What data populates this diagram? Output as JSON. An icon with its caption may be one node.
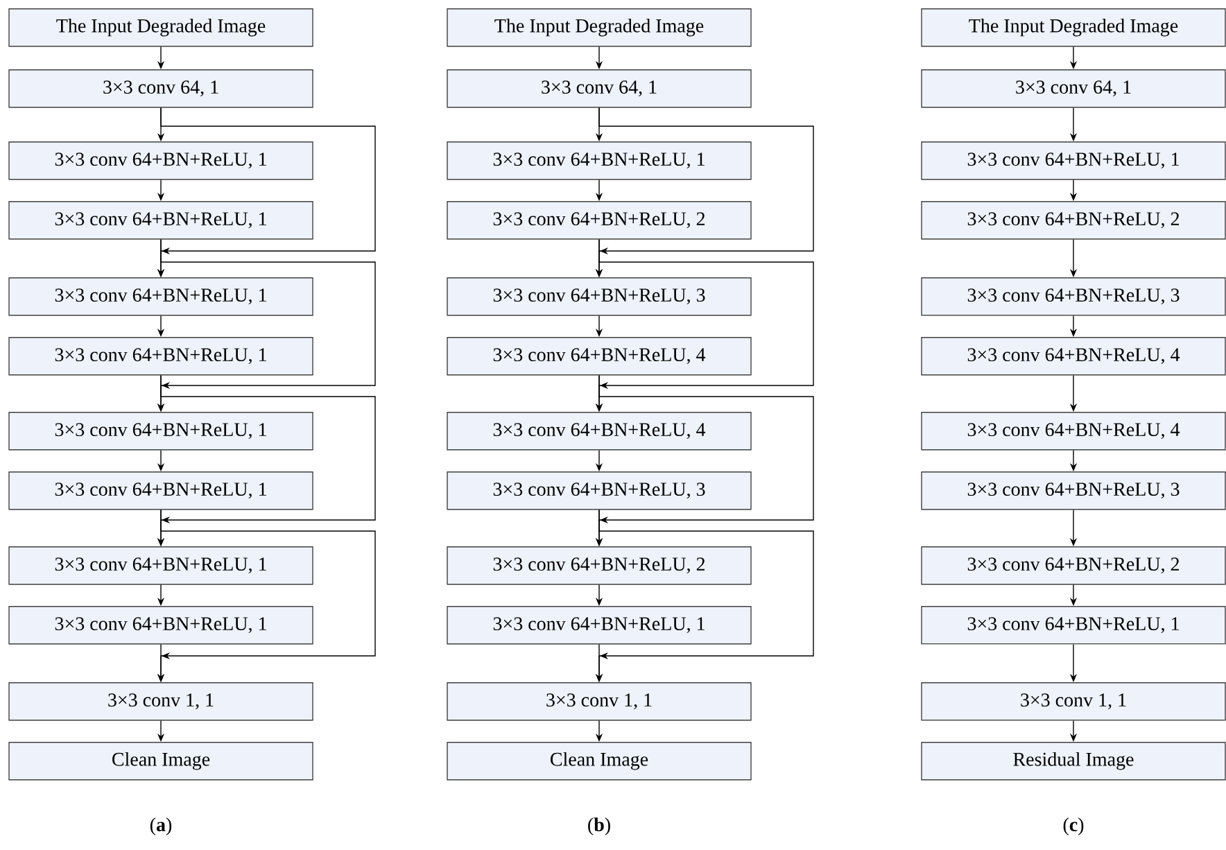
{
  "diagram": {
    "nodes": [
      {
        "text": [
          "The Input Degraded Image"
        ]
      },
      {
        "text": [
          "3×3 conv 64, 1"
        ]
      },
      {
        "text": [
          "3×3 conv 64+BN+ReLU, 1"
        ]
      },
      {
        "text": [
          "3×3 conv 64+BN+ReLU, 1"
        ]
      },
      {
        "text": [
          "3×3 conv 64+BN+ReLU, 1"
        ]
      },
      {
        "text": [
          "3×3 conv 64+BN+ReLU, 1"
        ]
      },
      {
        "text": [
          "3×3 conv 64+BN+ReLU, 1"
        ]
      },
      {
        "text": [
          "3×3 conv 64+BN+ReLU, 1"
        ]
      },
      {
        "text": [
          "3×3 conv 64+BN+ReLU, 1"
        ]
      },
      {
        "text": [
          "3×3 conv 64+BN+ReLU, 1"
        ]
      },
      {
        "text": [
          "3×3 conv 1, 1"
        ]
      },
      {
        "text": [
          "Clean Image"
        ]
      },
      {
        "text": [
          "The Input Degraded Image"
        ]
      },
      {
        "text": [
          "3×3 conv 64, 1"
        ]
      },
      {
        "text": [
          "3×3 conv 64+BN+ReLU, 1"
        ]
      },
      {
        "text": [
          "3×3 conv 64+BN+ReLU, 2"
        ]
      },
      {
        "text": [
          "3×3 conv 64+BN+ReLU, 3"
        ]
      },
      {
        "text": [
          "3×3 conv 64+BN+ReLU, 4"
        ]
      },
      {
        "text": [
          "3×3 conv 64+BN+ReLU, 4"
        ]
      },
      {
        "text": [
          "3×3 conv 64+BN+ReLU, 3"
        ]
      },
      {
        "text": [
          "3×3 conv 64+BN+ReLU, 2"
        ]
      },
      {
        "text": [
          "3×3 conv 64+BN+ReLU, 1"
        ]
      },
      {
        "text": [
          "3×3 conv 1, 1"
        ]
      },
      {
        "text": [
          "Clean Image"
        ]
      },
      {
        "text": [
          "The Input Degraded Image"
        ]
      },
      {
        "text": [
          "3×3 conv 64, 1"
        ]
      },
      {
        "text": [
          "3×3 conv 64+BN+ReLU, 1"
        ]
      },
      {
        "text": [
          "3×3 conv 64+BN+ReLU, 2"
        ]
      },
      {
        "text": [
          "3×3 conv 64+BN+ReLU, 3"
        ]
      },
      {
        "text": [
          "3×3 conv 64+BN+ReLU, 4"
        ]
      },
      {
        "text": [
          "3×3 conv 64+BN+ReLU, 4"
        ]
      },
      {
        "text": [
          "3×3 conv 64+BN+ReLU, 3"
        ]
      },
      {
        "text": [
          "3×3 conv 64+BN+ReLU, 2"
        ]
      },
      {
        "text": [
          "3×3 conv 64+BN+ReLU, 1"
        ]
      },
      {
        "text": [
          "3×3 conv 1, 1"
        ]
      },
      {
        "text": [
          "Residual Image"
        ]
      }
    ],
    "edges": [
      {
        "from": 0,
        "to": 1,
        "arrow": "to"
      },
      {
        "from": 1,
        "to": 2,
        "arrow": "to"
      },
      {
        "from": 2,
        "to": 3,
        "arrow": "to"
      },
      {
        "from": 3,
        "to": 4,
        "arrow": "to"
      },
      {
        "from": 4,
        "to": 5,
        "arrow": "to"
      },
      {
        "from": 5,
        "to": 6,
        "arrow": "to"
      },
      {
        "from": 6,
        "to": 7,
        "arrow": "to"
      },
      {
        "from": 7,
        "to": 8,
        "arrow": "to"
      },
      {
        "from": 8,
        "to": 9,
        "arrow": "to"
      },
      {
        "from": 9,
        "to": 10,
        "arrow": "to"
      },
      {
        "from": 10,
        "to": 11,
        "arrow": "to"
      },
      {
        "from": 1,
        "to": 4,
        "arrow": "to"
      },
      {
        "from": 3,
        "to": 6,
        "arrow": "to"
      },
      {
        "from": 5,
        "to": 8,
        "arrow": "to"
      },
      {
        "from": 7,
        "to": 10,
        "arrow": "to"
      },
      {
        "from": 12,
        "to": 13,
        "arrow": "to"
      },
      {
        "from": 13,
        "to": 14,
        "arrow": "to"
      },
      {
        "from": 14,
        "to": 15,
        "arrow": "to"
      },
      {
        "from": 15,
        "to": 16,
        "arrow": "to"
      },
      {
        "from": 16,
        "to": 17,
        "arrow": "to"
      },
      {
        "from": 17,
        "to": 18,
        "arrow": "to"
      },
      {
        "from": 18,
        "to": 19,
        "arrow": "to"
      },
      {
        "from": 19,
        "to": 20,
        "arrow": "to"
      },
      {
        "from": 20,
        "to": 21,
        "arrow": "to"
      },
      {
        "from": 21,
        "to": 22,
        "arrow": "to"
      },
      {
        "from": 22,
        "to": 23,
        "arrow": "to"
      },
      {
        "from": 13,
        "to": 16,
        "arrow": "to"
      },
      {
        "from": 15,
        "to": 18,
        "arrow": "to"
      },
      {
        "from": 17,
        "to": 20,
        "arrow": "to"
      },
      {
        "from": 19,
        "to": 22,
        "arrow": "to"
      },
      {
        "from": 24,
        "to": 25,
        "arrow": "to"
      },
      {
        "from": 25,
        "to": 26,
        "arrow": "to"
      },
      {
        "from": 26,
        "to": 27,
        "arrow": "to"
      },
      {
        "from": 27,
        "to": 28,
        "arrow": "to"
      },
      {
        "from": 28,
        "to": 29,
        "arrow": "to"
      },
      {
        "from": 29,
        "to": 30,
        "arrow": "to"
      },
      {
        "from": 30,
        "to": 31,
        "arrow": "to"
      },
      {
        "from": 31,
        "to": 32,
        "arrow": "to"
      },
      {
        "from": 32,
        "to": 33,
        "arrow": "to"
      },
      {
        "from": 33,
        "to": 34,
        "arrow": "to"
      },
      {
        "from": 34,
        "to": 35,
        "arrow": "to"
      }
    ],
    "labels": [
      "(**a**)",
      "(**b**)",
      "(**c**)"
    ]
  }
}
